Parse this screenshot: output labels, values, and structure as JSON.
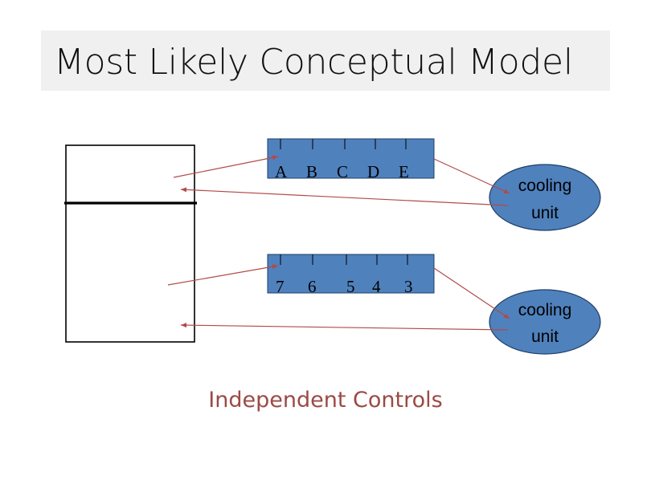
{
  "slide": {
    "title": "Most Likely Conceptual Model",
    "caption": "Independent Controls"
  },
  "freezer_control": {
    "labels": [
      "A",
      "B",
      "C",
      "D",
      "E"
    ]
  },
  "fridge_control": {
    "labels": [
      "7",
      "6",
      "5",
      "4",
      "3"
    ]
  },
  "cooling_units": [
    {
      "line1": "cooling",
      "line2": "unit"
    },
    {
      "line1": "cooling",
      "line2": "unit"
    }
  ],
  "colors": {
    "control_fill": "#4f81bd",
    "control_border": "#1f3f66",
    "arrow": "#b24a48",
    "caption": "#9b4a45",
    "title_band": "#f0f0f0"
  }
}
